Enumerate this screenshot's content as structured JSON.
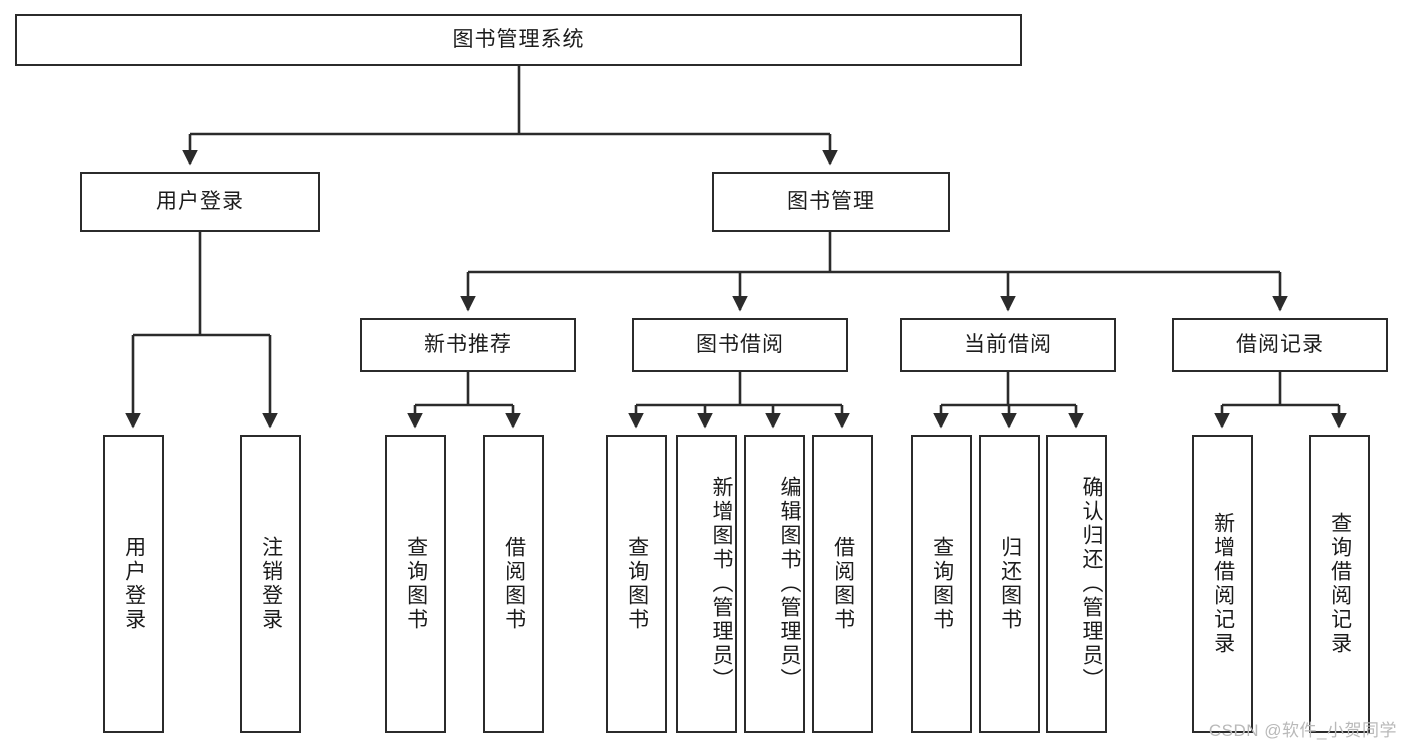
{
  "diagram": {
    "title": "图书管理系统",
    "type": "tree",
    "colors": {
      "stroke": "#2b2b2b",
      "fill": "#ffffff",
      "text": "#1c1c1c",
      "watermark": "#b9b9b9"
    },
    "root": {
      "label": "图书管理系统"
    },
    "level2": [
      {
        "label": "用户登录"
      },
      {
        "label": "图书管理"
      }
    ],
    "level3": [
      {
        "label": "新书推荐"
      },
      {
        "label": "图书借阅"
      },
      {
        "label": "当前借阅"
      },
      {
        "label": "借阅记录"
      }
    ],
    "leaves": {
      "user_login": [
        {
          "label": "用户登录"
        },
        {
          "label": "注销登录"
        }
      ],
      "new_book_recommend": [
        {
          "label": "查询图书"
        },
        {
          "label": "借阅图书"
        }
      ],
      "book_borrow": [
        {
          "label": "查询图书"
        },
        {
          "label": "新增图书（管理员）"
        },
        {
          "label": "编辑图书（管理员）"
        },
        {
          "label": "借阅图书"
        }
      ],
      "current_borrow": [
        {
          "label": "查询图书"
        },
        {
          "label": "归还图书"
        },
        {
          "label": "确认归还（管理员）"
        }
      ],
      "borrow_records": [
        {
          "label": "新增借阅记录"
        },
        {
          "label": "查询借阅记录"
        }
      ]
    }
  },
  "watermark": {
    "text": "CSDN @软件_小贺同学"
  }
}
